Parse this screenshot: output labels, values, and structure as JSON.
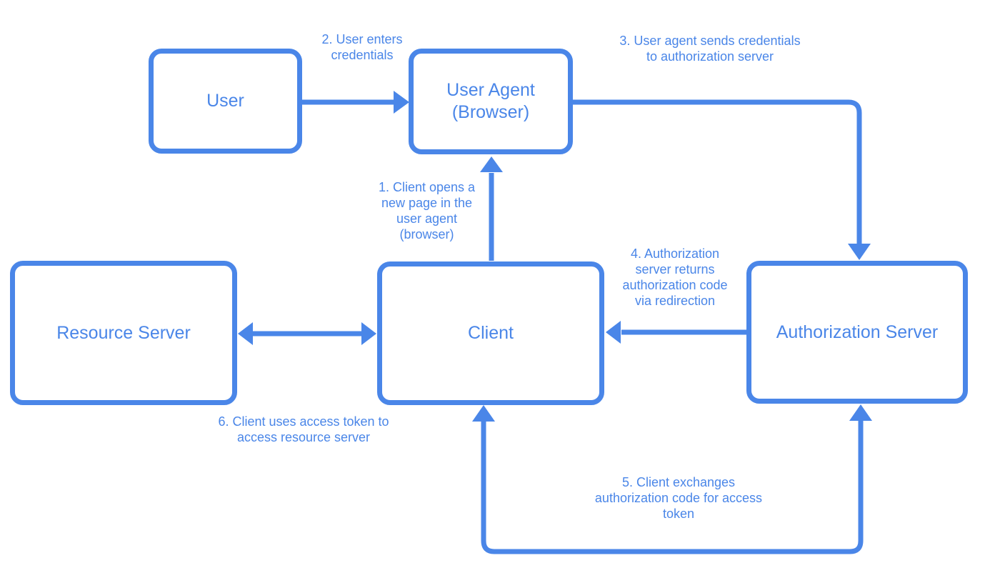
{
  "colors": {
    "accent": "#4a86e8",
    "background": "#ffffff"
  },
  "diagram": {
    "nodes": [
      {
        "id": "user",
        "label": "User"
      },
      {
        "id": "user_agent",
        "label": "User Agent\n(Browser)"
      },
      {
        "id": "resource_server",
        "label": "Resource Server"
      },
      {
        "id": "client",
        "label": "Client"
      },
      {
        "id": "authorization_server",
        "label": "Authorization Server"
      }
    ],
    "edges": [
      {
        "step": 1,
        "from": "client",
        "to": "user_agent",
        "arrows": "single",
        "label": "1. Client opens a\nnew page in the\nuser agent\n(browser)"
      },
      {
        "step": 2,
        "from": "user",
        "to": "user_agent",
        "arrows": "single",
        "label": "2. User enters\ncredentials"
      },
      {
        "step": 3,
        "from": "user_agent",
        "to": "authorization_server",
        "arrows": "single",
        "label": "3. User agent sends credentials\nto authorization server"
      },
      {
        "step": 4,
        "from": "authorization_server",
        "to": "client",
        "arrows": "single",
        "label": "4. Authorization\nserver returns\nauthorization code\nvia redirection"
      },
      {
        "step": 5,
        "from": "client",
        "to": "authorization_server",
        "arrows": "double",
        "label": "5. Client exchanges\nauthorization code for access\ntoken"
      },
      {
        "step": 6,
        "from": "client",
        "to": "resource_server",
        "arrows": "double",
        "label": "6. Client uses access token to\naccess resource server"
      }
    ]
  }
}
